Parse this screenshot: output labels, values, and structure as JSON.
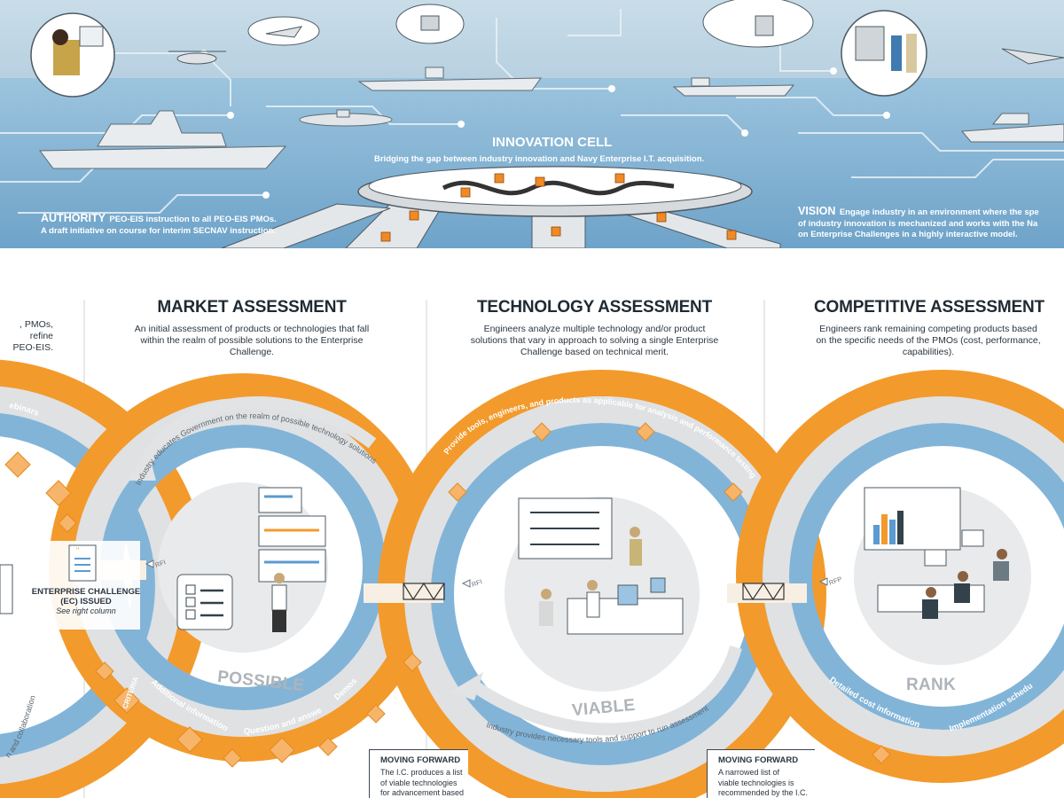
{
  "top_banner": {
    "innovation_cell_title": "INNOVATION CELL",
    "innovation_cell_subtitle": "Bridging the gap between industry innovation and Navy Enterprise I.T. acquisition.",
    "authority_label": "AUTHORITY",
    "authority_line1": "PEO-EIS instruction to all PEO-EIS PMOs.",
    "authority_line2": "A draft initiative on course for interim SECNAV instruction.",
    "vision_label": "VISION",
    "vision_line1": "Engage industry in an environment where the spe",
    "vision_line2": "of industry innovation is mechanized and works with the Na",
    "vision_line3": "on Enterprise Challenges in a highly interactive model."
  },
  "left_fragment": {
    "line1": ", PMOs,",
    "line2": "refine",
    "line3": "PEO-EIS."
  },
  "columns": [
    {
      "title": "MARKET ASSESSMENT",
      "description": "An initial assessment of products or technologies that fall within the realm of possible solutions to the Enterprise Challenge."
    },
    {
      "title": "TECHNOLOGY ASSESSMENT",
      "description": "Engineers analyze multiple technology and/or product solutions that vary in approach to solving a single Enterprise Challenge based on technical merit."
    },
    {
      "title": "COMPETITIVE ASSESSMENT",
      "description": "Engineers rank remaining competing products based on the specific needs of the PMOs (cost, performance, capabilities)."
    }
  ],
  "loop_labels": {
    "webinars": "ebinars",
    "industry_educates": "Industry educates Government on the realm of possible technology solutions",
    "provide_tools": "Provide tools, engineers, and products as applicable for analysis and performance testing",
    "industry_provides": "Industry provides necessary tools and support to run assessment",
    "additional_information": "Additional information",
    "question_and_answer": "Question and answer",
    "demos": "Demos",
    "criteria": "CRITERIA",
    "collaboration": "n and collaboration",
    "detailed_cost": "Detailed cost information",
    "implementation_schedule": "Implementation schedule",
    "rfi_1": "RFI",
    "rfi_2": "RFI",
    "rfp": "RFP"
  },
  "stages": {
    "possible": "POSSIBLE",
    "viable": "VIABLE",
    "rank": "RANK"
  },
  "enterprise_challenge": {
    "line1": "ENTERPRISE CHALLENGE",
    "line2": "(EC) ISSUED",
    "note": "See right column"
  },
  "moving_forward": [
    {
      "title": "MOVING FORWARD",
      "line1": "The I.C. produces a list",
      "line2": "of viable technologies",
      "line3": "for advancement based"
    },
    {
      "title": "MOVING FORWARD",
      "line1": "A narrowed list of",
      "line2": "viable technologies is",
      "line3": "recommended by the I.C."
    }
  ],
  "colors": {
    "sky": "#bcd3e2",
    "sea": "#7fb3d5",
    "orange": "#f39a2c",
    "blue_band": "#82b4d8",
    "gray_band": "#dfe1e3",
    "divider": "#c8ccd0"
  }
}
